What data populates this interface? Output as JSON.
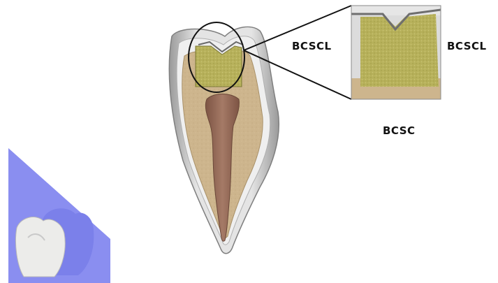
{
  "labels": {
    "inset_left": "BCSCL",
    "inset_right": "BCSCL",
    "material": "BCSC"
  },
  "colors": {
    "enamel": "#d4d4d4",
    "enamel_edge": "#8a8a8a",
    "dentin": "#cdb58d",
    "pulp": "#9b6e5a",
    "restoration": "#b8b25a",
    "section_plane": "#8a8ef0",
    "outline": "#111111"
  },
  "icons": {
    "section_view": "tooth-cross-section-icon",
    "thumbnail": "molar-section-plane-icon"
  }
}
